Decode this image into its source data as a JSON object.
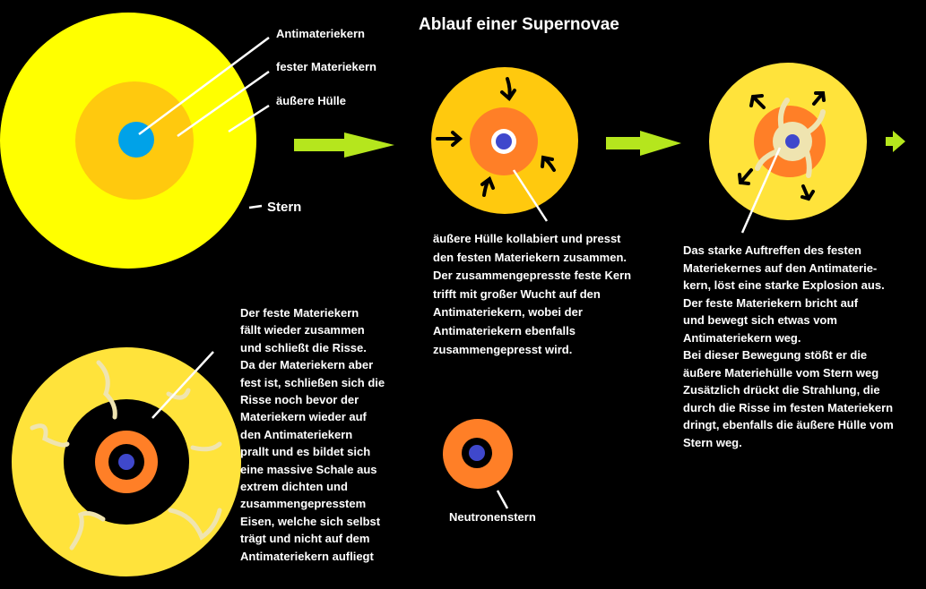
{
  "title": "Ablauf einer Supernovae",
  "labels": {
    "antimatter_core": "Antimateriekern",
    "solid_core": "fester Materiekern",
    "outer_shell": "äußere Hülle",
    "star": "Stern",
    "neutron_star": "Neutronenstern"
  },
  "texts": {
    "step2": "äußere Hülle kollabiert und presst\nden festen Materiekern zusammen.\nDer zusammengepresste feste Kern\ntrifft mit großer Wucht auf den\nAntimateriekern, wobei der\nAntimateriekern ebenfalls\nzusammengepresst wird.",
    "step3": "Das starke Auftreffen des festen\nMateriekernes auf den Antimaterie-\nkern, löst eine starke Explosion aus.\nDer feste Materiekern bricht auf\nund bewegt sich etwas vom\nAntimateriekern weg.\nBei dieser Bewegung stößt er die\näußere Materiehülle vom Stern weg\nZusätzlich drückt die Strahlung, die\ndurch die Risse im festen Materiekern\ndringt, ebenfalls die äußere Hülle vom\nStern weg.",
    "step4": "Der feste Materiekern\nfällt wieder zusammen\nund schließt die Risse.\nDa der Materiekern aber\nfest ist, schließen sich die\nRisse noch bevor der\nMateriekern wieder auf\nden Antimateriekern\nprallt und es bildet sich\neine massive Schale aus\nextrem dichten und\nzusammengepresstem\nEisen, welche sich selbst\nträgt und nicht auf dem\nAntimateriekern aufliegt"
  },
  "colors": {
    "bright_yellow": "#ffff00",
    "yellow": "#ffe33b",
    "gold": "#ffc90e",
    "orange": "#ff7f27",
    "cyan": "#00a2e8",
    "blue": "#3f48cc",
    "cream": "#efe4b0",
    "arrow_green": "#b5e61d"
  }
}
